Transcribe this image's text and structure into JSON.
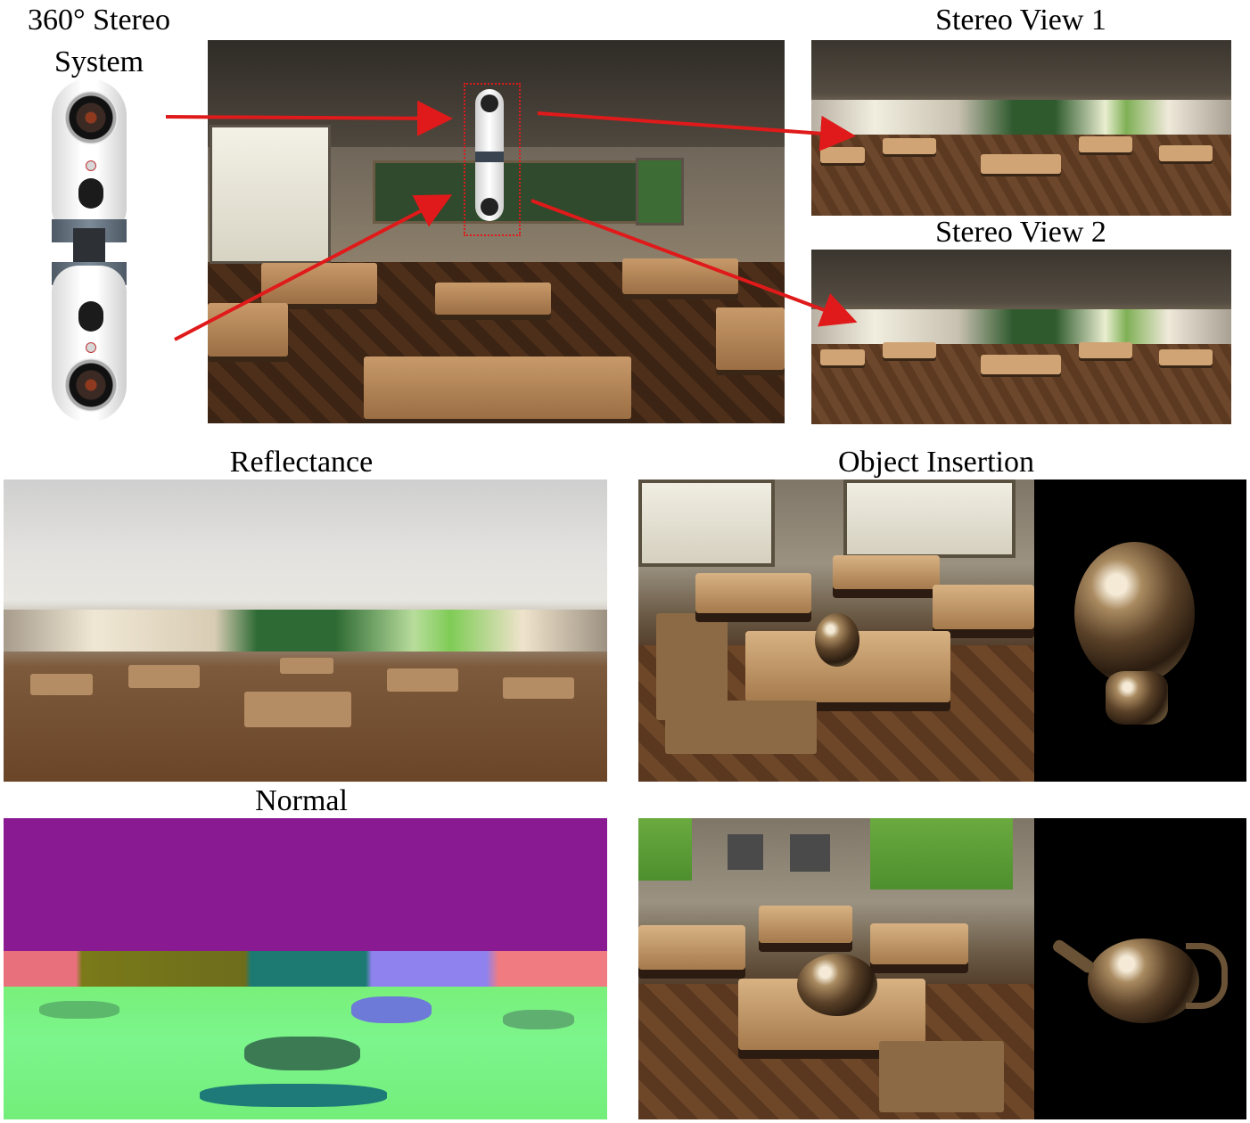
{
  "labels": {
    "system_line1": "360° Stereo",
    "system_line2": "System",
    "stereo_view_1": "Stereo View 1",
    "stereo_view_2": "Stereo View 2",
    "reflectance": "Reflectance",
    "object_insertion": "Object Insertion",
    "normal": "Normal"
  },
  "colors": {
    "arrow": "#e01a1a",
    "background": "#ffffff"
  },
  "icons": {
    "camera": "360-stereo-camera-rig",
    "inserted_object_1": "chrome-bird",
    "inserted_object_2": "chrome-teapot"
  }
}
